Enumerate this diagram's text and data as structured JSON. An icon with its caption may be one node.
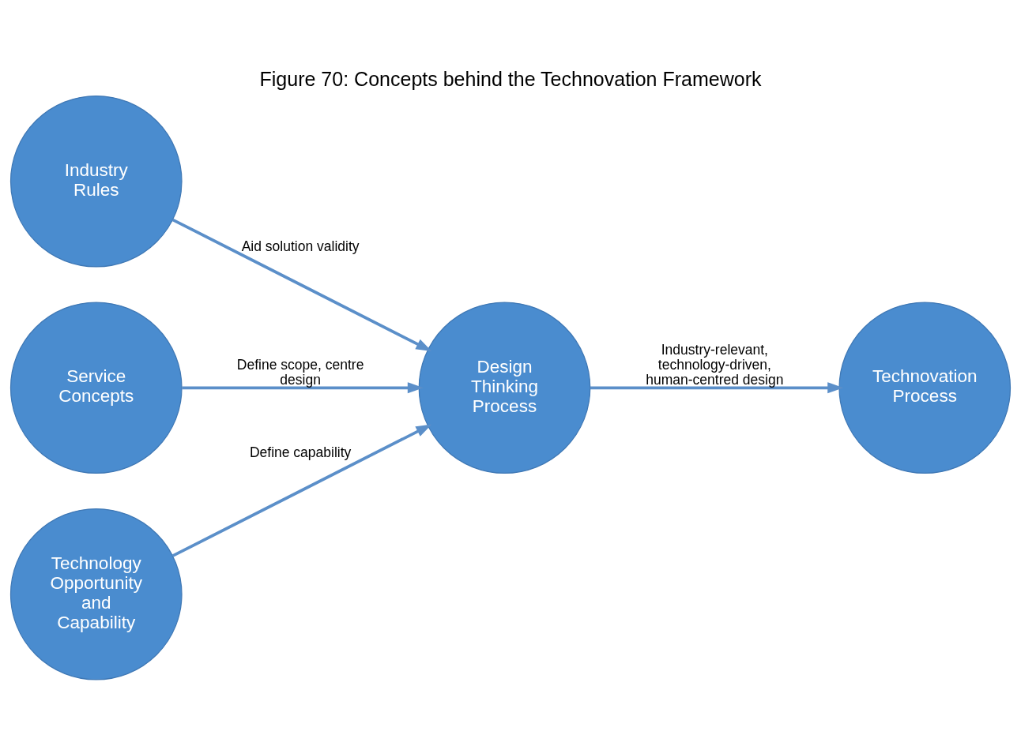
{
  "diagram": {
    "title": "Figure 70: Concepts behind the Technovation Framework",
    "nodes": [
      {
        "text": [
          "Industry Rules"
        ]
      },
      {
        "text": [
          "Service Concepts"
        ]
      },
      {
        "text": [
          "Technology Opportunity and Capability"
        ]
      },
      {
        "text": [
          "Design Thinking Process"
        ]
      },
      {
        "text": [
          "Technovation Process"
        ]
      }
    ],
    "edges": [
      {
        "from": 0,
        "to": 3,
        "arrow": "to",
        "label": "Aid solution validity"
      },
      {
        "from": 1,
        "to": 3,
        "arrow": "to",
        "label": "Define scope, centre design"
      },
      {
        "from": 2,
        "to": 3,
        "arrow": "to",
        "label": "Define capability"
      },
      {
        "from": 3,
        "to": 4,
        "arrow": "to",
        "label": "Industry-relevant, technology-driven, human-centred design"
      }
    ]
  }
}
